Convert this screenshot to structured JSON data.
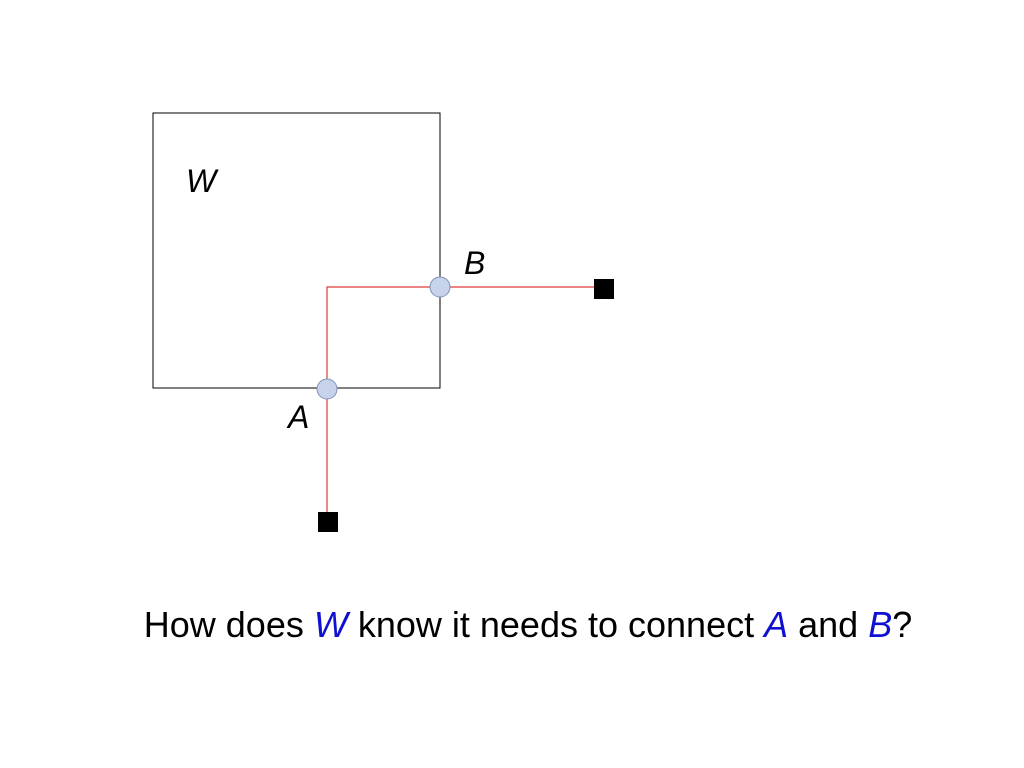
{
  "diagram": {
    "region_label": "W",
    "point_a_label": "A",
    "point_b_label": "B",
    "colors": {
      "boundary": "#000000",
      "wire": "#e03a3a",
      "crossing_fill": "#c6d3eb",
      "crossing_stroke": "#7f93b8",
      "terminal": "#000000"
    }
  },
  "caption": {
    "part1": "How does ",
    "w": "W",
    "part2": " know it needs to connect ",
    "a": "A",
    "part3": " and ",
    "b": "B",
    "part4": "?",
    "accent_color": "#1010d0"
  }
}
